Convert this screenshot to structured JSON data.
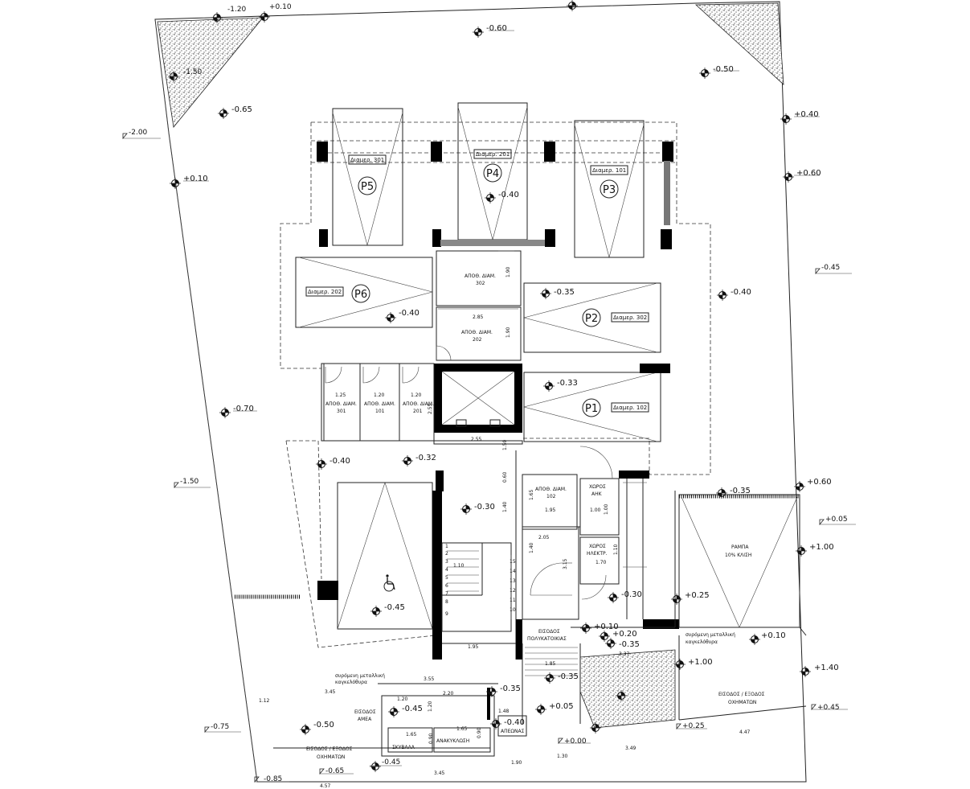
{
  "levels": {
    "l01": "-1.20",
    "l02": "+0.10",
    "l03": "-0.60",
    "l04": "-0.50",
    "l05": "-1.50",
    "l06": "-0.65",
    "l07": "-2.00",
    "l08": "+0.10",
    "l09": "+0.40",
    "l10": "+0.60",
    "l11": "-0.45",
    "l12": "-0.40",
    "l13": "-0.40",
    "l14": "-0.40",
    "l15": "-0.35",
    "l16": "-0.70",
    "l17": "-0.33",
    "l18": "-0.40",
    "l19": "-0.32",
    "l20": "-1.50",
    "l21": "-0.30",
    "l22": "-0.35",
    "l23": "+0.60",
    "l24": "+0.05",
    "l25": "+1.00",
    "l26": "-0.30",
    "l27": "+0.25",
    "l28": "-0.45",
    "l29": "+0.10",
    "l30": "+0.20",
    "l31": "-0.35",
    "l32": "+1.00",
    "l33": "-0.35",
    "l34": "+0.10",
    "l35": "+1.40",
    "l36": "-0.35",
    "l37": "-0.45",
    "l38": "+0.05",
    "l39": "+0.45",
    "l40": "-0.75",
    "l41": "-0.50",
    "l42": "-0.40",
    "l43": "+0.00",
    "l44": "+0.25",
    "l45": "-0.85",
    "l46": "-0.65",
    "l47": "-0.45"
  },
  "parking": {
    "p5": "P5",
    "p4": "P4",
    "p3": "P3",
    "p6": "P6",
    "p2": "P2",
    "p1": "P1"
  },
  "apartments": {
    "a301": "Διαμερ. 301",
    "a201": "Διαμερ. 201",
    "a101": "Διαμερ. 101",
    "a202": "Διαμερ. 202",
    "a302": "Διαμερ. 302",
    "a102": "Διαμερ. 102"
  },
  "rooms": {
    "store302_a": "ΑΠΟΘ. ΔΙΑΜ.",
    "store302_b": "302",
    "store202_a": "ΑΠΟΘ. ΔΙΑΜ.",
    "store202_b": "202",
    "store301_a": "ΑΠΟΘ. ΔΙΑΜ.",
    "store301_b": "301",
    "store101_a": "ΑΠΟΘ. ΔΙΑΜ.",
    "store101_b": "101",
    "store201_a": "ΑΠΟΘ. ΔΙΑΜ.",
    "store201_b": "201",
    "store102_a": "ΑΠΟΘ. ΔΙΑΜ.",
    "store102_b": "102",
    "ahk_a": "ΧΩΡΟΣ",
    "ahk_b": "ΑΗΚ",
    "elec_a": "ΧΩΡΟΣ",
    "elec_b": "ΗΛΕΚΤΡ.",
    "ramp_a": "ΡΑΜΠΑ",
    "ramp_b": "10% ΚΛΙΣΗ",
    "entrance_a": "ΕΙΣΟΔΟΣ",
    "entrance_b": "ΠΟΛΥΚΑΤΟΙΚΙΑΣ",
    "car_r_a": "ΕΙΣΟΔΟΣ / ΕΞΟΔΟΣ",
    "car_r_b": "ΟΧΗΜΑΤΩΝ",
    "car_l_a": "ΕΙΣΟΔΟΣ / ΕΞΟΔΟΣ",
    "car_l_b": "ΟΧΗΜΑΤΩΝ",
    "ped_a": "ΕΙΣΟΔΟΣ",
    "ped_b": "ΑΜΕΑ",
    "bins": "ΣΚΥΒΑΛΑ",
    "recycle": "ΑΝΑΚΥΚΛΩΣΗ",
    "meters": "ΑΠΕΩΝΑΣ",
    "gate_l_a": "συρόμενη μεταλλική",
    "gate_l_b": "καγκελόθυρα",
    "gate_r_a": "συρόμενη μεταλλική",
    "gate_r_b": "καγκελόθυρα"
  },
  "dims": {
    "d01": "2.85",
    "d02": "1.90",
    "d03": "1.90",
    "d04": "1.25",
    "d05": "1.20",
    "d06": "1.20",
    "d07": "2.55",
    "d08": "2.55",
    "d09": "1.50",
    "d10": "0.60",
    "d11": "1.40",
    "d12": "1.65",
    "d13": "1.95",
    "d14": "1.00",
    "d15": "1.00",
    "d16": "2.05",
    "d17": "1.40",
    "d18": "1.10",
    "d19": "1.70",
    "d20": "1.10",
    "d21": "3.15",
    "d22": "1.85",
    "d23": "3.37",
    "d24": "3.55",
    "d25": "3.45",
    "d26": "2.20",
    "d27": "1.12",
    "d28": "1.20",
    "d29": "1.20",
    "d30": "1.48",
    "d31": "1.65",
    "d32": "1.65",
    "d33": "0.90",
    "d34": "0.90",
    "d35": "3.45",
    "d36": "1.90",
    "d37": "1.30",
    "d38": "3.49",
    "d39": "4.47",
    "d40": "4.57",
    "d41": "1.95"
  },
  "stairs": {
    "s1": "1",
    "s2": "2",
    "s3": "3",
    "s4": "4",
    "s5": "5",
    "s6": "6",
    "s7": "7",
    "s8": "8",
    "s9": "9",
    "s10": "10",
    "s11": "11",
    "s12": "12",
    "s13": "13",
    "s14": "14",
    "s15": "15"
  }
}
